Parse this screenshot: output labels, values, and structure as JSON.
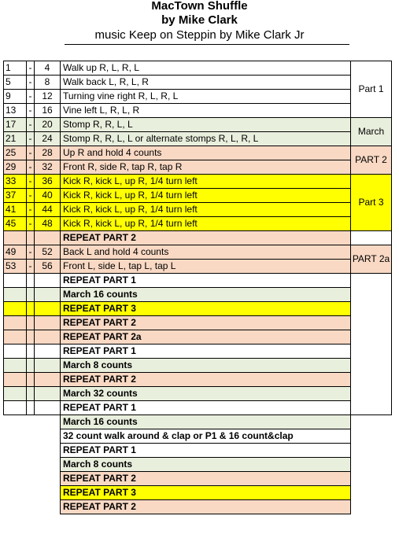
{
  "header": {
    "title": "MacTown Shuffle",
    "author": "by Mike Clark",
    "music": "music Keep on Steppin by Mike Clark Jr"
  },
  "rows": [
    {
      "from": "1",
      "to": "4",
      "step": "Walk up R, L, R, L",
      "color": "w",
      "bold": false
    },
    {
      "from": "5",
      "to": "8",
      "step": "Walk back L, R, L, R",
      "color": "w",
      "bold": false
    },
    {
      "from": "9",
      "to": "12",
      "step": "Turning vine right R, L, R, L",
      "color": "w",
      "bold": false
    },
    {
      "from": "13",
      "to": "16",
      "step": "Vine left L, R, L, R",
      "color": "w",
      "bold": false
    },
    {
      "from": "17",
      "to": "20",
      "step": "Stomp R, R, L, L",
      "color": "g",
      "bold": false
    },
    {
      "from": "21",
      "to": "24",
      "step": "Stomp R, R, L, L or alternate stomps R, L, R, L",
      "color": "g",
      "bold": false
    },
    {
      "from": "25",
      "to": "28",
      "step": "Up R and hold 4 counts",
      "color": "o",
      "bold": false
    },
    {
      "from": "29",
      "to": "32",
      "step": "Front R, side R, tap R, tap R",
      "color": "o",
      "bold": false
    },
    {
      "from": "33",
      "to": "36",
      "step": "Kick R, kick L, up R, 1/4 turn left",
      "color": "y",
      "bold": false
    },
    {
      "from": "37",
      "to": "40",
      "step": "Kick R, kick L, up R, 1/4 turn left",
      "color": "y",
      "bold": false
    },
    {
      "from": "41",
      "to": "44",
      "step": "Kick R, kick L, up R, 1/4 turn left",
      "color": "y",
      "bold": false
    },
    {
      "from": "45",
      "to": "48",
      "step": "Kick R, kick L, up R, 1/4 turn left",
      "color": "y",
      "bold": false
    },
    {
      "from": "",
      "to": "",
      "step": "REPEAT PART 2",
      "color": "o",
      "bold": true
    },
    {
      "from": "49",
      "to": "52",
      "step": "Back L and hold 4 counts",
      "color": "o",
      "bold": false
    },
    {
      "from": "53",
      "to": "56",
      "step": "Front L, side L, tap L, tap L",
      "color": "o",
      "bold": false
    },
    {
      "from": "",
      "to": "",
      "step": "REPEAT PART 1",
      "color": "w",
      "bold": true
    },
    {
      "from": "",
      "to": "",
      "step": "March 16 counts",
      "color": "g",
      "bold": true
    },
    {
      "from": "",
      "to": "",
      "step": "REPEAT PART 3",
      "color": "y",
      "bold": true
    },
    {
      "from": "",
      "to": "",
      "step": "REPEAT PART 2",
      "color": "o",
      "bold": true
    },
    {
      "from": "",
      "to": "",
      "step": "REPEAT PART 2a",
      "color": "o",
      "bold": true
    },
    {
      "from": "",
      "to": "",
      "step": "REPEAT PART 1",
      "color": "w",
      "bold": true
    },
    {
      "from": "",
      "to": "",
      "step": "March 8 counts",
      "color": "g",
      "bold": true
    },
    {
      "from": "",
      "to": "",
      "step": "REPEAT PART 2",
      "color": "o",
      "bold": true
    },
    {
      "from": "",
      "to": "",
      "step": "March 32 counts",
      "color": "g",
      "bold": true
    },
    {
      "from": "",
      "to": "",
      "step": "REPEAT PART 1",
      "color": "w",
      "bold": true
    },
    {
      "from": "",
      "to": "",
      "step": "March 16 counts",
      "color": "g",
      "bold": true,
      "short": true
    },
    {
      "from": "",
      "to": "",
      "step": "32 count  walk around & clap or P1 & 16 count&clap",
      "color": "w",
      "bold": true,
      "short": true
    },
    {
      "from": "",
      "to": "",
      "step": "REPEAT PART 1",
      "color": "w",
      "bold": true,
      "short": true
    },
    {
      "from": "",
      "to": "",
      "step": "March 8 counts",
      "color": "g",
      "bold": true,
      "short": true
    },
    {
      "from": "",
      "to": "",
      "step": "REPEAT PART 2",
      "color": "o",
      "bold": true,
      "short": true
    },
    {
      "from": "",
      "to": "",
      "step": "REPEAT PART 3",
      "color": "y",
      "bold": true,
      "short": true
    },
    {
      "from": "",
      "to": "",
      "step": "REPEAT PART 2",
      "color": "o",
      "bold": true,
      "short": true
    }
  ],
  "sections": [
    {
      "start": 0,
      "span": 4,
      "label": "Part 1",
      "color": "w"
    },
    {
      "start": 4,
      "span": 2,
      "label": "March",
      "color": "g"
    },
    {
      "start": 6,
      "span": 2,
      "label": "PART 2",
      "color": "o"
    },
    {
      "start": 8,
      "span": 4,
      "label": "Part 3",
      "color": "y"
    },
    {
      "start": 12,
      "span": 1,
      "label": "",
      "color": "w"
    },
    {
      "start": 13,
      "span": 2,
      "label": "PART 2a",
      "color": "o"
    },
    {
      "start": 15,
      "span": 10,
      "label": "",
      "color": "w"
    }
  ],
  "colors": {
    "w": "#ffffff",
    "g": "#e9efdd",
    "o": "#f9d9c4",
    "y": "#ffff00"
  },
  "dash": "-"
}
